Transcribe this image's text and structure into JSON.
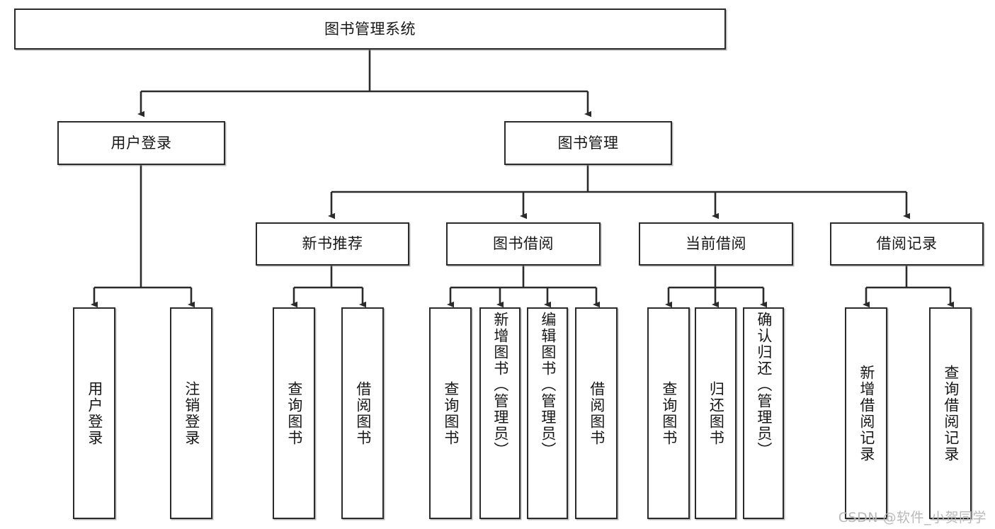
{
  "diagram": {
    "title": "图书管理系统",
    "type": "hierarchy-tree",
    "watermark": "CSDN @软件_小贺同学",
    "colors": {
      "background": "#ffffff",
      "box_border": "#2b2b2b",
      "box_fill": "#ffffff",
      "connector": "#2b2b2b",
      "text": "#171717",
      "watermark": "#b9b9b9"
    },
    "levels": {
      "root": {
        "label": "图书管理系统"
      },
      "level2": [
        {
          "label": "用户登录"
        },
        {
          "label": "图书管理"
        }
      ],
      "level3": [
        {
          "label": "新书推荐",
          "parent": "图书管理"
        },
        {
          "label": "图书借阅",
          "parent": "图书管理"
        },
        {
          "label": "当前借阅",
          "parent": "图书管理"
        },
        {
          "label": "借阅记录",
          "parent": "图书管理"
        }
      ],
      "leaves": [
        {
          "label": "用户登录",
          "parent": "用户登录"
        },
        {
          "label": "注销登录",
          "parent": "用户登录"
        },
        {
          "label": "查询图书",
          "parent": "新书推荐"
        },
        {
          "label": "借阅图书",
          "parent": "新书推荐"
        },
        {
          "label": "查询图书",
          "parent": "图书借阅"
        },
        {
          "label": "新增图书（管理员）",
          "parent": "图书借阅"
        },
        {
          "label": "编辑图书（管理员）",
          "parent": "图书借阅"
        },
        {
          "label": "借阅图书",
          "parent": "图书借阅"
        },
        {
          "label": "查询图书",
          "parent": "当前借阅"
        },
        {
          "label": "归还图书",
          "parent": "当前借阅"
        },
        {
          "label": "确认归还（管理员）",
          "parent": "当前借阅"
        },
        {
          "label": "新增借阅记录",
          "parent": "借阅记录"
        },
        {
          "label": "查询借阅记录",
          "parent": "借阅记录"
        }
      ]
    }
  }
}
